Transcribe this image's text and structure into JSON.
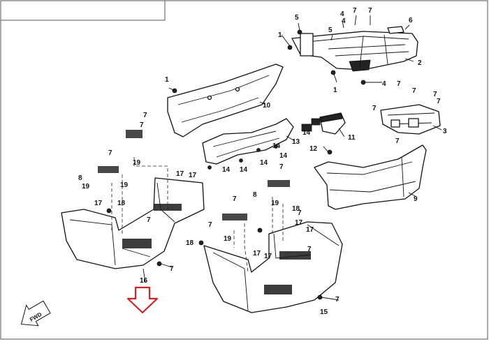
{
  "diagram": {
    "colors": {
      "line": "#111111",
      "arrow": "#d22222",
      "background": "#ffffff"
    },
    "fwd_label": "FWD",
    "callouts": [
      {
        "id": "c1",
        "text": "1"
      },
      {
        "id": "c2",
        "text": "1"
      },
      {
        "id": "c3",
        "text": "1"
      },
      {
        "id": "c4",
        "text": "2"
      },
      {
        "id": "c5",
        "text": "3"
      },
      {
        "id": "c6",
        "text": "4"
      },
      {
        "id": "c7",
        "text": "4"
      },
      {
        "id": "c8",
        "text": "5"
      },
      {
        "id": "c9",
        "text": "5"
      },
      {
        "id": "c10",
        "text": "6"
      },
      {
        "id": "c11",
        "text": "7"
      },
      {
        "id": "c12",
        "text": "7"
      },
      {
        "id": "c13",
        "text": "7"
      },
      {
        "id": "c14",
        "text": "7"
      },
      {
        "id": "c15",
        "text": "7"
      },
      {
        "id": "c16",
        "text": "7"
      },
      {
        "id": "c17",
        "text": "7"
      },
      {
        "id": "c18",
        "text": "7"
      },
      {
        "id": "c19",
        "text": "7"
      },
      {
        "id": "c20",
        "text": "7"
      },
      {
        "id": "c21",
        "text": "7"
      },
      {
        "id": "c22",
        "text": "7"
      },
      {
        "id": "c23",
        "text": "7"
      },
      {
        "id": "c24",
        "text": "7"
      },
      {
        "id": "c25",
        "text": "7"
      },
      {
        "id": "c26",
        "text": "7"
      },
      {
        "id": "c27",
        "text": "7"
      },
      {
        "id": "c28",
        "text": "8"
      },
      {
        "id": "c29",
        "text": "8"
      },
      {
        "id": "c30",
        "text": "9"
      },
      {
        "id": "c31",
        "text": "10"
      },
      {
        "id": "c32",
        "text": "11"
      },
      {
        "id": "c33",
        "text": "12"
      },
      {
        "id": "c34",
        "text": "13"
      },
      {
        "id": "c35",
        "text": "14"
      },
      {
        "id": "c36",
        "text": "14"
      },
      {
        "id": "c37",
        "text": "14"
      },
      {
        "id": "c38",
        "text": "14"
      },
      {
        "id": "c39",
        "text": "14"
      },
      {
        "id": "c40",
        "text": "14"
      },
      {
        "id": "c41",
        "text": "15"
      },
      {
        "id": "c42",
        "text": "16"
      },
      {
        "id": "c43",
        "text": "17"
      },
      {
        "id": "c44",
        "text": "17"
      },
      {
        "id": "c45",
        "text": "17"
      },
      {
        "id": "c46",
        "text": "17"
      },
      {
        "id": "c47",
        "text": "17"
      },
      {
        "id": "c48",
        "text": "17"
      },
      {
        "id": "c49",
        "text": "17"
      },
      {
        "id": "c50",
        "text": "18"
      },
      {
        "id": "c51",
        "text": "18"
      },
      {
        "id": "c52",
        "text": "18"
      },
      {
        "id": "c53",
        "text": "19"
      },
      {
        "id": "c54",
        "text": "19"
      },
      {
        "id": "c55",
        "text": "19"
      },
      {
        "id": "c56",
        "text": "19"
      },
      {
        "id": "c57",
        "text": "19"
      },
      {
        "id": "c58",
        "text": "4"
      },
      {
        "id": "c59",
        "text": "7"
      },
      {
        "id": "c60",
        "text": "7"
      }
    ]
  }
}
